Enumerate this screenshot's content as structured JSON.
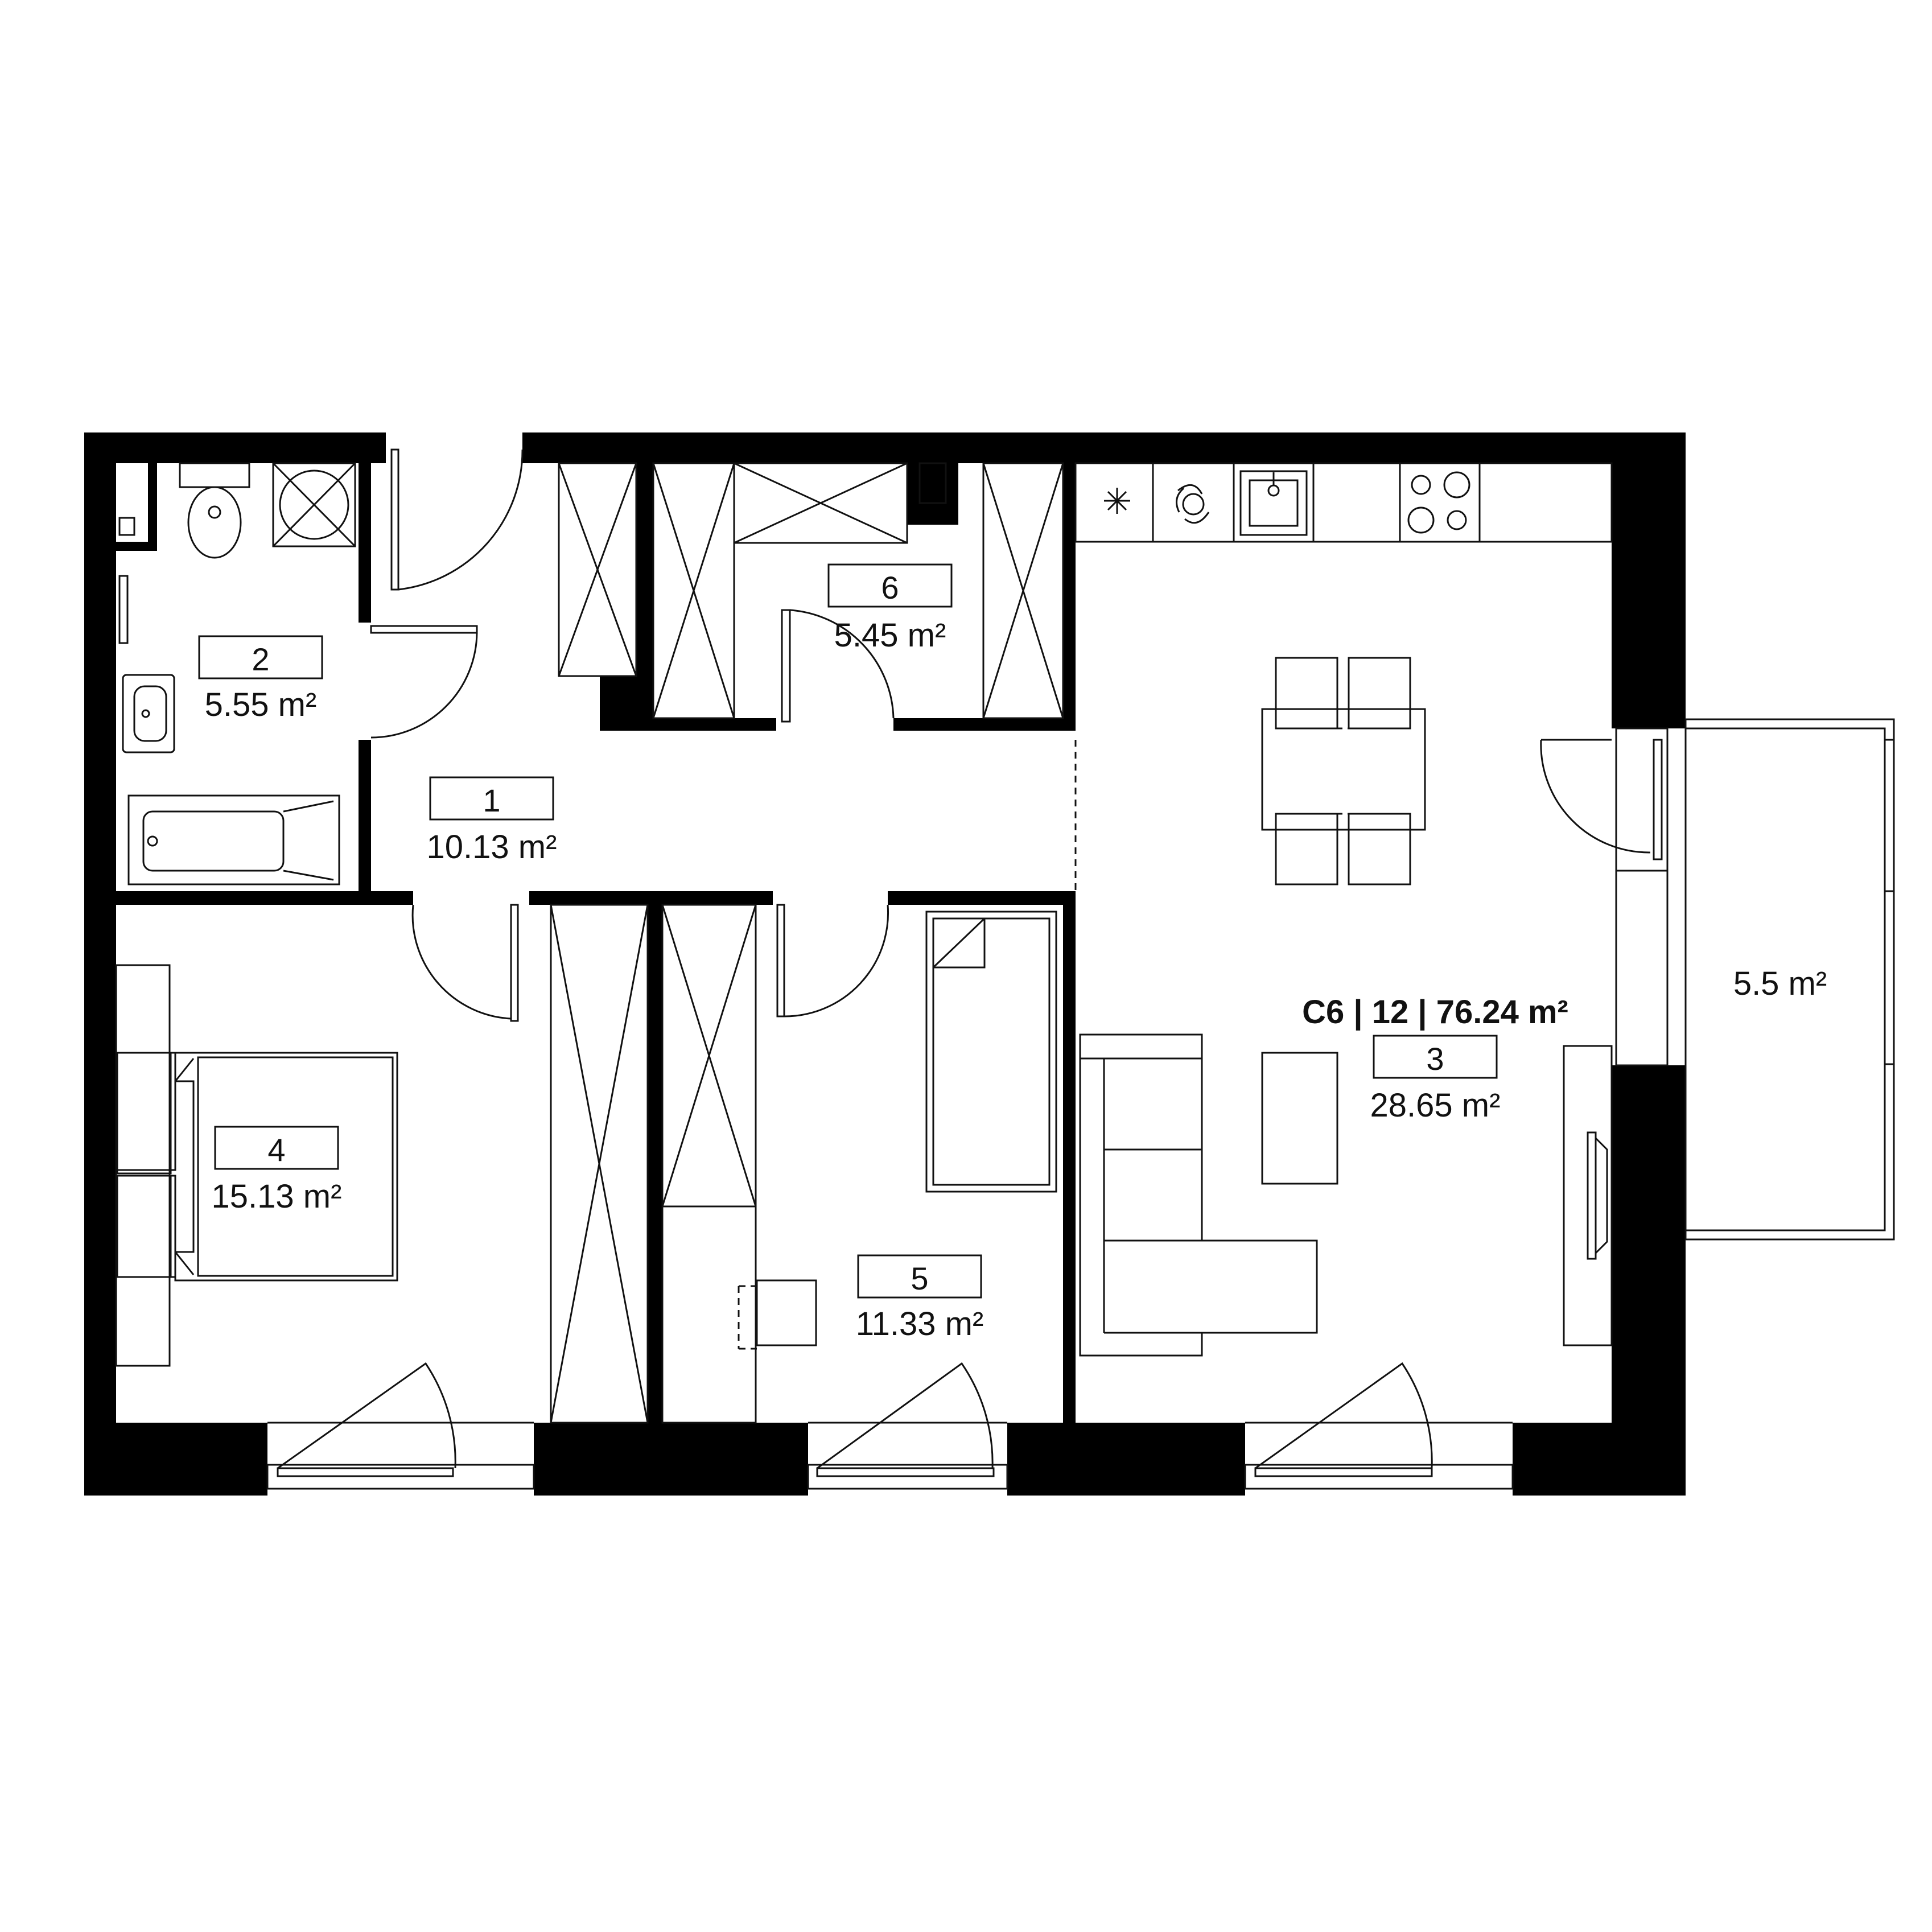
{
  "plan": {
    "title": "C6 | 12 | 76.24 m²",
    "balcony_area": "5.5 m²",
    "rooms": [
      {
        "number": "1",
        "area": "10.13 m²"
      },
      {
        "number": "2",
        "area": "5.55 m²"
      },
      {
        "number": "3",
        "area": "28.65 m²"
      },
      {
        "number": "4",
        "area": "15.13 m²"
      },
      {
        "number": "5",
        "area": "11.33 m²"
      },
      {
        "number": "6",
        "area": "5.45 m²"
      }
    ]
  },
  "colors": {
    "wall": "#000000",
    "line": "#111111",
    "background": "#ffffff"
  }
}
